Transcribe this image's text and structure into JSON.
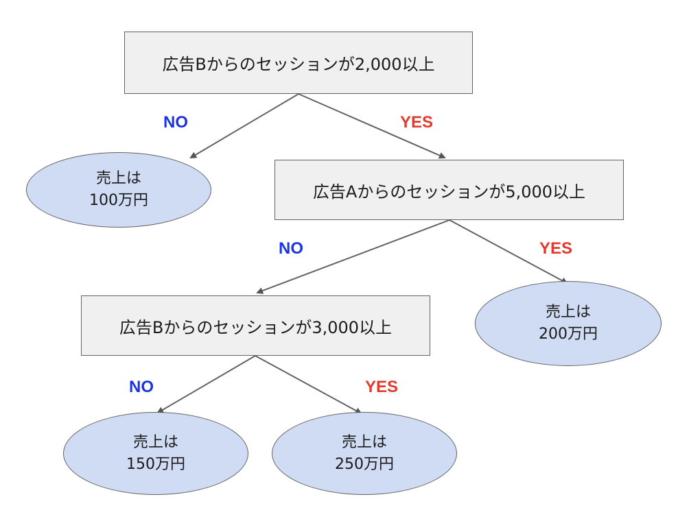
{
  "colors": {
    "box_fill": "#f0f0f0",
    "leaf_fill": "#cfdcf3",
    "stroke": "#616161",
    "no_label": "#1a35e0",
    "yes_label": "#e23b2e"
  },
  "nodes": {
    "root": {
      "text": "広告Bからのセッションが2,000以上"
    },
    "node_a": {
      "text": "広告Aからのセッションが5,000以上"
    },
    "node_b3": {
      "text": "広告Bからのセッションが3,000以上"
    },
    "leaf_100": {
      "line1": "売上は",
      "line2": "100万円"
    },
    "leaf_200": {
      "line1": "売上は",
      "line2": "200万円"
    },
    "leaf_150": {
      "line1": "売上は",
      "line2": "150万円"
    },
    "leaf_250": {
      "line1": "売上は",
      "line2": "250万円"
    }
  },
  "labels": {
    "no": "NO",
    "yes": "YES"
  }
}
